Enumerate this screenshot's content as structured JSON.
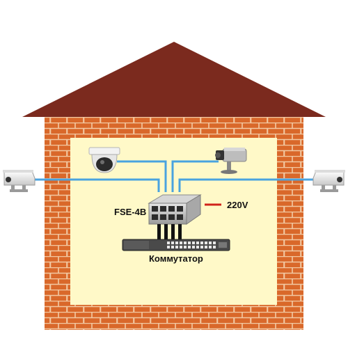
{
  "labels": {
    "device": "FSE-4B",
    "switch": "Коммутатор",
    "power": "220V"
  },
  "icons": {
    "house": "brick-house-icon",
    "dome_camera": "dome-camera-icon",
    "box_camera": "box-camera-icon",
    "outdoor_camera": "outdoor-camera-icon",
    "extender": "poe-extender-icon",
    "switch": "network-switch-icon"
  },
  "colors": {
    "roof": "#7b2a1e",
    "brick": "#d9682a",
    "mortar": "#f2c9a3",
    "interior": "#fff9c8",
    "cable": "#4aa3df",
    "power_line": "#d0231b"
  }
}
